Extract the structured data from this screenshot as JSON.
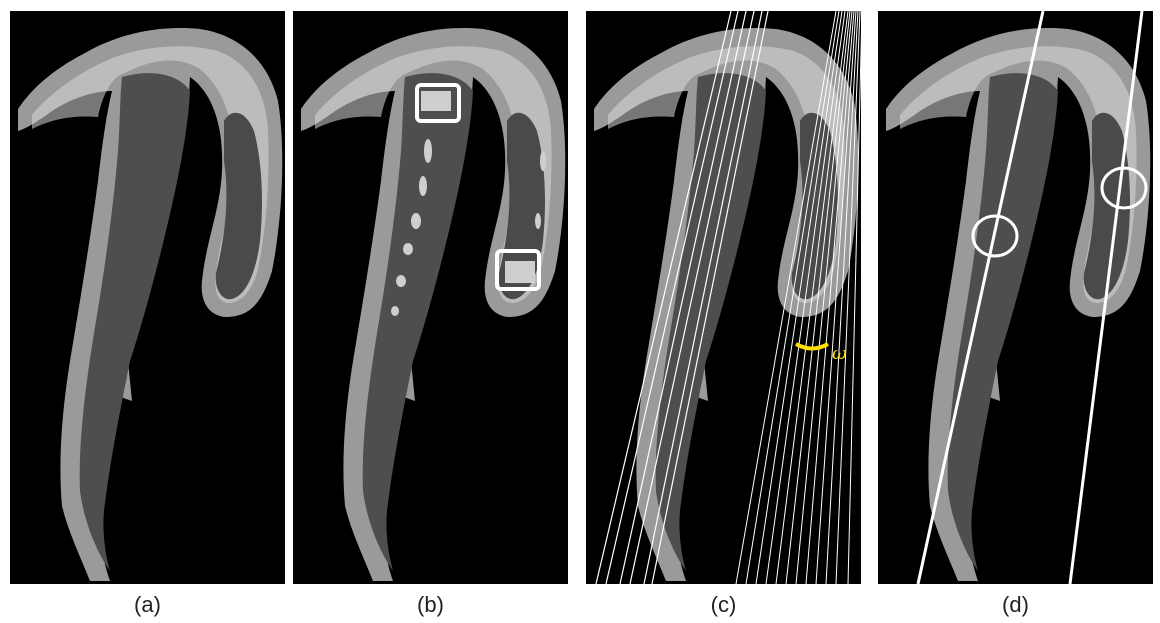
{
  "figure": {
    "panels": [
      {
        "id": "a",
        "caption": "(a)"
      },
      {
        "id": "b",
        "caption": "(b)"
      },
      {
        "id": "c",
        "caption": "(c)"
      },
      {
        "id": "d",
        "caption": "(d)"
      }
    ],
    "annotation_symbol": "ω",
    "colors": {
      "background": "#000000",
      "fish_outer": "#a8a8a8",
      "fish_inner": "#5c5c5c",
      "highlight": "#ffffff",
      "angle_marker": "#ffe000"
    }
  }
}
